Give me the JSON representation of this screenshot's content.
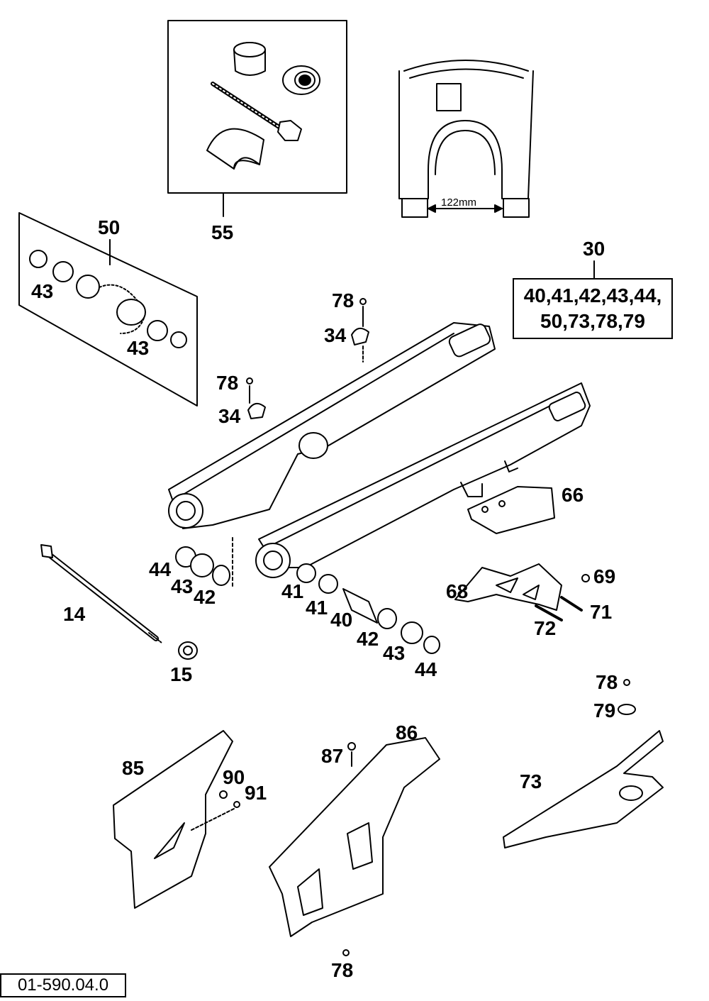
{
  "callouts": {
    "c55": "55",
    "c50": "50",
    "c43a": "43",
    "c43b": "43",
    "c30": "30",
    "c78a": "78",
    "c34a": "34",
    "c78b": "78",
    "c34b": "34",
    "c66": "66",
    "c44a": "44",
    "c43c": "43",
    "c42a": "42",
    "c14": "14",
    "c15": "15",
    "c41a": "41",
    "c41b": "41",
    "c40": "40",
    "c42b": "42",
    "c43d": "43",
    "c44b": "44",
    "c68": "68",
    "c69": "69",
    "c71": "71",
    "c72": "72",
    "c78c": "78",
    "c79": "79",
    "c86": "86",
    "c87": "87",
    "c85": "85",
    "c90": "90",
    "c91": "91",
    "c73": "73",
    "c78d": "78"
  },
  "kit": {
    "line1": "40,41,42,43,44,",
    "line2": "50,73,78,79"
  },
  "dimension": "122mm",
  "document_id": "01-590.04.0"
}
